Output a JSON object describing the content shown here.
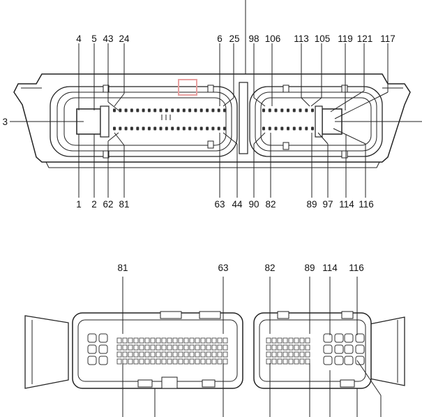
{
  "top_view": {
    "top_labels": [
      "4",
      "5",
      "43",
      "24",
      "6",
      "25",
      "98",
      "106",
      "113",
      "105",
      "119",
      "121",
      "117"
    ],
    "bottom_labels": [
      "1",
      "2",
      "62",
      "81",
      "63",
      "44",
      "90",
      "82",
      "89",
      "97",
      "114",
      "116"
    ],
    "side_left_label": "3"
  },
  "bottom_view": {
    "labels": [
      "81",
      "63",
      "82",
      "89",
      "114",
      "116"
    ]
  },
  "colors": {
    "line": "#222222",
    "fill": "#ffffff",
    "mark": "#e8a0a0"
  }
}
